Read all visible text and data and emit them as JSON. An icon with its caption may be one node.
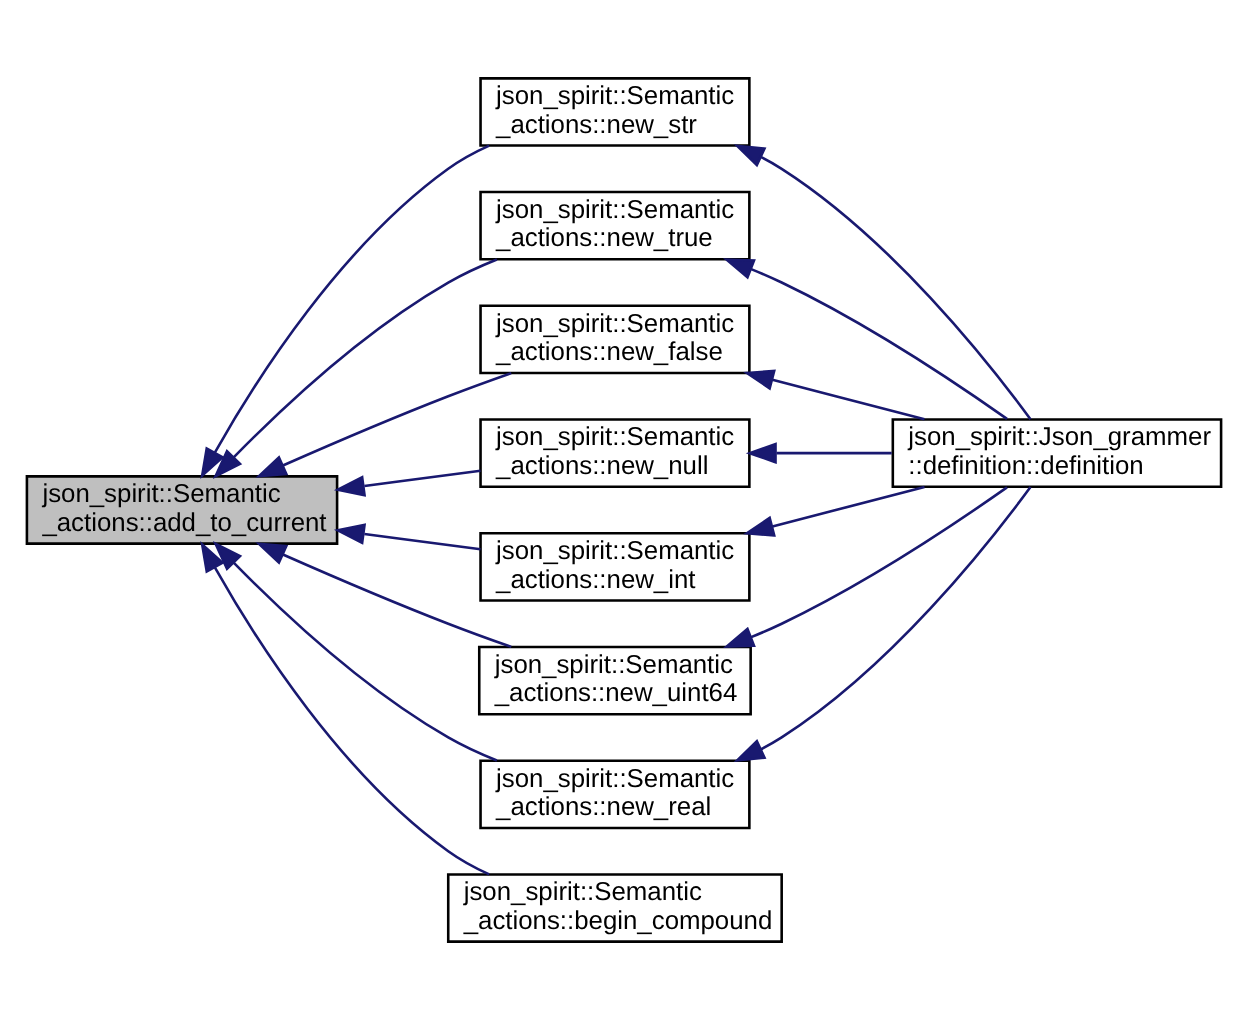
{
  "diagram": {
    "nodes": [
      {
        "text": [
          "json_spirit::Semantic _actions::add_to_current"
        ]
      },
      {
        "text": [
          "json_spirit::Semantic _actions::new_str"
        ]
      },
      {
        "text": [
          "json_spirit::Semantic _actions::new_true"
        ]
      },
      {
        "text": [
          "json_spirit::Semantic _actions::new_false"
        ]
      },
      {
        "text": [
          "json_spirit::Semantic _actions::new_null"
        ]
      },
      {
        "text": [
          "json_spirit::Semantic _actions::new_int"
        ]
      },
      {
        "text": [
          "json_spirit::Semantic _actions::new_uint64"
        ]
      },
      {
        "text": [
          "json_spirit::Semantic _actions::new_real"
        ]
      },
      {
        "text": [
          "json_spirit::Semantic _actions::begin_compound"
        ]
      },
      {
        "text": [
          "json_spirit::Json_grammer ::definition::definition"
        ]
      }
    ],
    "edges": [
      {
        "from": 1,
        "to": 0,
        "arrow": "to"
      },
      {
        "from": 2,
        "to": 0,
        "arrow": "to"
      },
      {
        "from": 3,
        "to": 0,
        "arrow": "to"
      },
      {
        "from": 4,
        "to": 0,
        "arrow": "to"
      },
      {
        "from": 5,
        "to": 0,
        "arrow": "to"
      },
      {
        "from": 6,
        "to": 0,
        "arrow": "to"
      },
      {
        "from": 7,
        "to": 0,
        "arrow": "to"
      },
      {
        "from": 8,
        "to": 0,
        "arrow": "to"
      },
      {
        "from": 9,
        "to": 1,
        "arrow": "to"
      },
      {
        "from": 9,
        "to": 2,
        "arrow": "to"
      },
      {
        "from": 9,
        "to": 3,
        "arrow": "to"
      },
      {
        "from": 9,
        "to": 4,
        "arrow": "to"
      },
      {
        "from": 9,
        "to": 5,
        "arrow": "to"
      },
      {
        "from": 9,
        "to": 6,
        "arrow": "to"
      },
      {
        "from": 9,
        "to": 7,
        "arrow": "to"
      }
    ]
  }
}
